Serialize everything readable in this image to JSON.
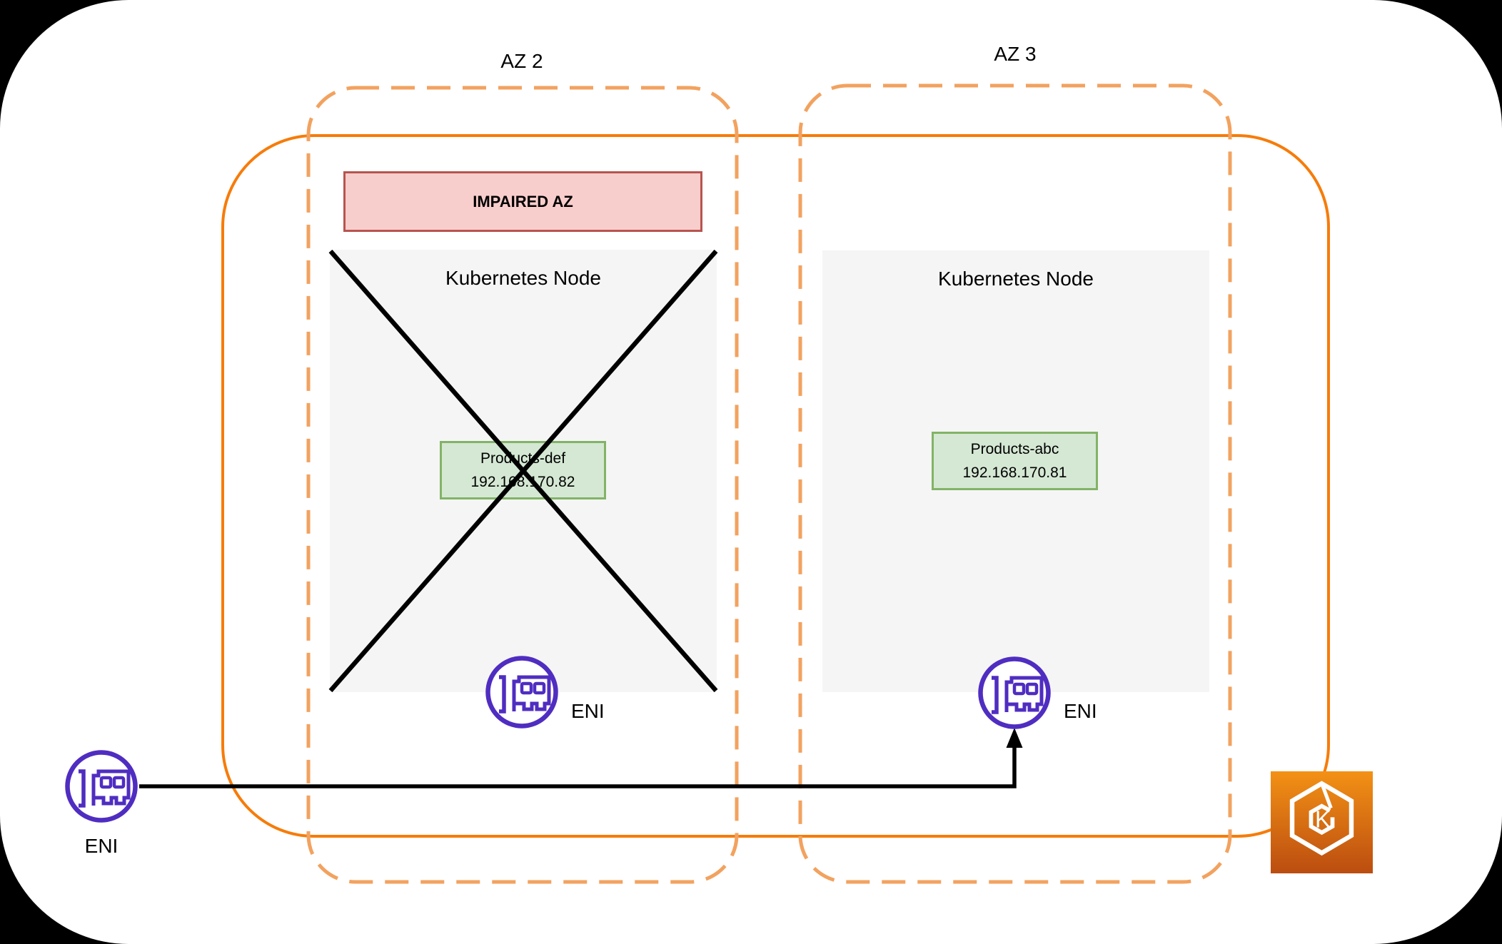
{
  "azs": [
    {
      "label": "AZ 2",
      "status": "impaired"
    },
    {
      "label": "AZ 3",
      "status": "healthy"
    }
  ],
  "impaired_banner": {
    "label": "IMPAIRED AZ"
  },
  "nodes": [
    {
      "title": "Kubernetes Node",
      "pod": {
        "name": "Products-def",
        "ip": "192.168.170.82"
      },
      "crossed_out": true
    },
    {
      "title": "Kubernetes Node",
      "pod": {
        "name": "Products-abc",
        "ip": "192.168.170.81"
      },
      "crossed_out": false
    }
  ],
  "eni": {
    "label": "ENI"
  },
  "eks": {
    "letter": "K"
  },
  "colors": {
    "az_border_dashed": "#F2A25F",
    "cluster_border": "#F67C0A",
    "node_fill": "#F5F5F5",
    "pod_fill": "#D5E8D4",
    "pod_border": "#82B366",
    "banner_fill": "#F8CECC",
    "banner_border": "#B85450",
    "eni_purple": "#4F2DC1",
    "eks_gradient_top": "#F39115",
    "eks_gradient_bottom": "#BB4D10",
    "connector": "#000000"
  }
}
